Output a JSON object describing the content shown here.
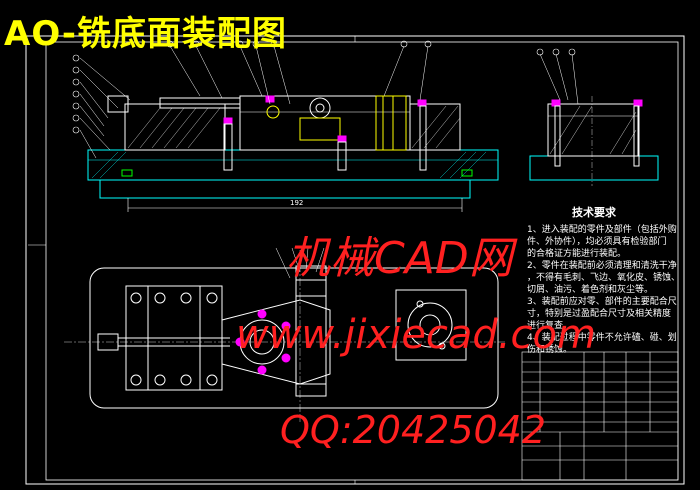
{
  "title": "AO-铣底面装配图",
  "tech_req": {
    "heading": "技术要求",
    "lines": [
      "1、进入装配的零件及部件（包括外购",
      "件、外协件），均必须具有检验部门",
      "的合格证方能进行装配。",
      "2、零件在装配前必须清理和清洗干净",
      "，不得有毛刺、飞边、氧化皮、锈蚀、",
      "切屑、油污、着色剂和灰尘等。",
      "3、装配前应对零、部件的主要配合尺",
      "寸，特别是过盈配合尺寸及相关精度",
      "进行复查。",
      "4、装配过程中零件不允许磕、碰、划",
      "伤和锈蚀。"
    ]
  },
  "watermark": {
    "line1": "机械CAD网",
    "line2": "www.jixiecad.com",
    "line3": "QQ:20425042"
  },
  "dimension": "192",
  "colors": {
    "background": "#000000",
    "title": "#ffff00",
    "watermark": "#ff2020",
    "outline": "#ffffff",
    "part_cyan": "#00ffff",
    "part_yellow": "#ffff00",
    "part_magenta": "#ff00ff",
    "part_green": "#00ff00"
  }
}
